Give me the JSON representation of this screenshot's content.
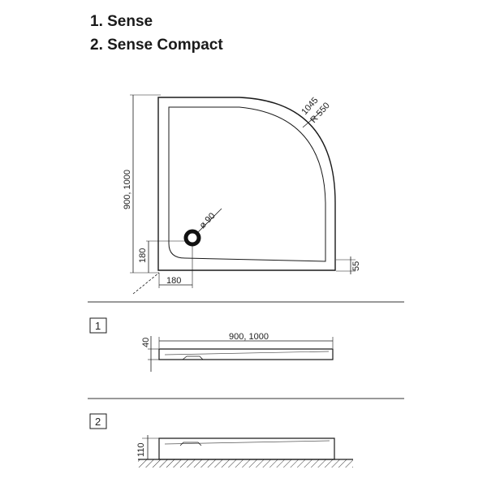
{
  "titles": {
    "line1": "1. Sense",
    "line2": "2. Sense Compact"
  },
  "plan_view": {
    "width_label": "900, 1000",
    "radius_label_top": "1045",
    "radius_label_bottom": "R 550",
    "drain_label": "ø 90",
    "drain_offset_vertical": "180",
    "drain_offset_horizontal": "180",
    "rim_height": "55"
  },
  "profile_1": {
    "box_number": "1",
    "length_label": "900, 1000",
    "height_label": "40"
  },
  "profile_2": {
    "box_number": "2",
    "height_label": "110"
  }
}
